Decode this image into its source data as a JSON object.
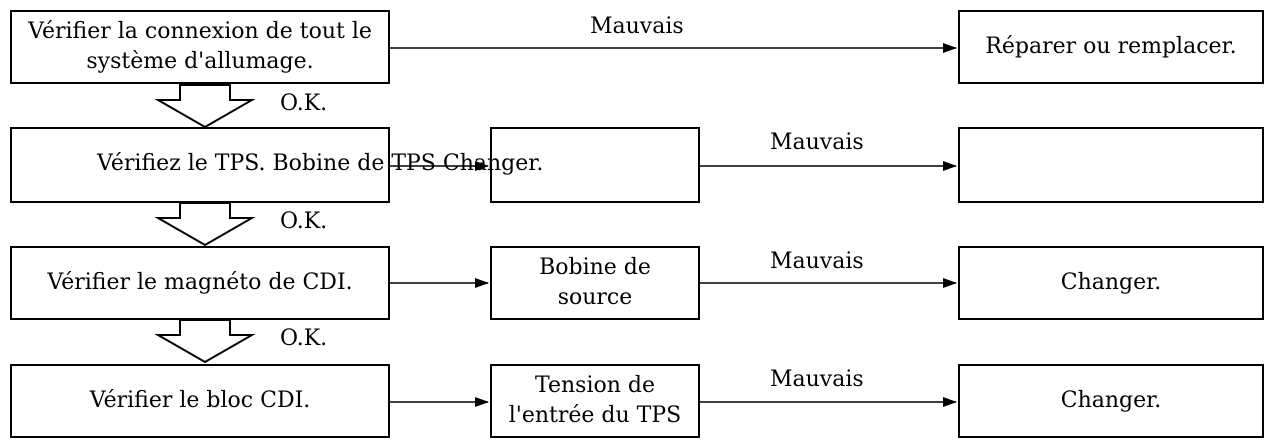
{
  "steps": [
    {
      "label": "Vérifier la connexion de tout le\nsystème d'allumage."
    },
    {
      "label": "Vérifiez le TPS. Bobine de TPS Changer."
    },
    {
      "label": "Vérifier le magnéto de CDI."
    },
    {
      "label": "Vérifier le bloc CDI."
    }
  ],
  "checks": [
    {
      "label": ""
    },
    {
      "label": ""
    },
    {
      "label": "Bobine de\nsource"
    },
    {
      "label": "Tension de\nl'entrée du TPS"
    }
  ],
  "actions": [
    {
      "label": "Réparer ou remplacer."
    },
    {
      "label": ""
    },
    {
      "label": "Changer."
    },
    {
      "label": "Changer."
    }
  ],
  "branch_labels": {
    "bad": "Mauvais",
    "ok": "O.K."
  }
}
